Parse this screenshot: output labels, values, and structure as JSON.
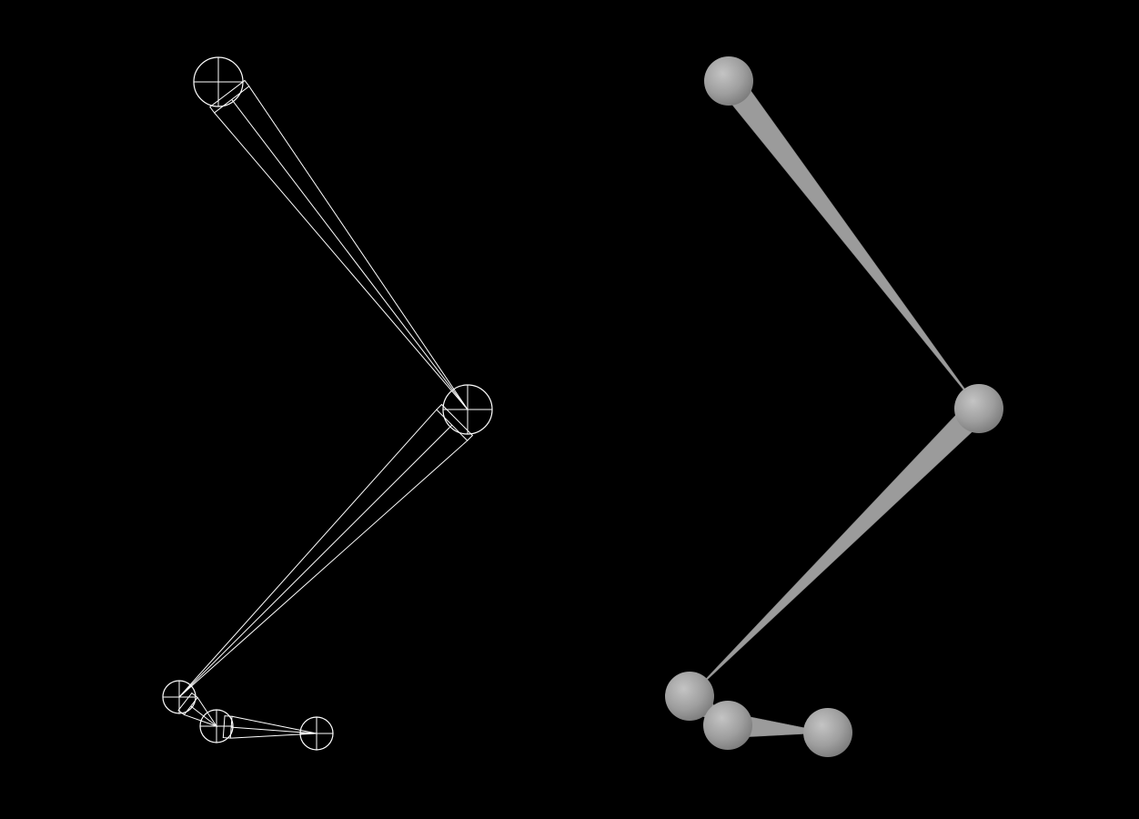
{
  "viewport": {
    "background": "#000000"
  },
  "skeletons": [
    {
      "name": "wireframe-skeleton",
      "style": "wireframe",
      "stroke_color": "#ffffff",
      "joints": [
        "hip",
        "knee",
        "ankle",
        "ball",
        "toe"
      ]
    },
    {
      "name": "shaded-skeleton",
      "style": "shaded",
      "fill_color": "#9a9a9a",
      "highlight_color": "#bdbdbd",
      "joints": [
        "hip",
        "knee",
        "ankle",
        "ball",
        "toe"
      ]
    }
  ],
  "bones": [
    {
      "from": "hip",
      "to": "knee"
    },
    {
      "from": "knee",
      "to": "ankle"
    },
    {
      "from": "ankle",
      "to": "ball"
    },
    {
      "from": "ball",
      "to": "toe"
    }
  ]
}
